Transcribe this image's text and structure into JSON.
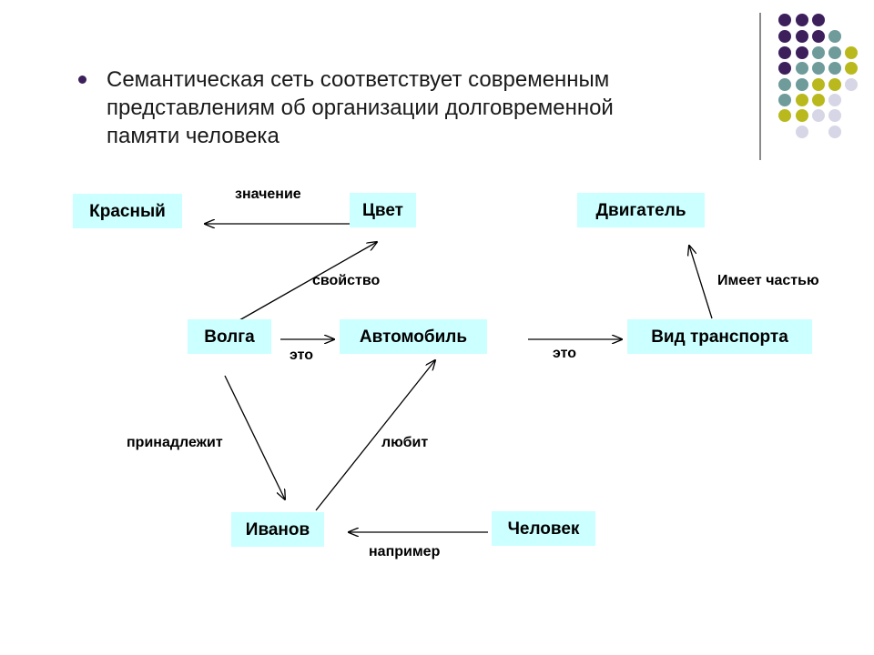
{
  "slide": {
    "bullet": [
      "Семантическая сеть соответствует современным",
      "представлениям об организации  долговременной",
      "памяти человека"
    ]
  },
  "decor": {
    "dot_palette": [
      "#3d1f5c",
      "#6f9b9b",
      "#b9b91e",
      "#d6d6e6"
    ]
  },
  "colors": {
    "node_fill": "#ccffff",
    "edge": "#000000"
  },
  "diagram": {
    "nodes": [
      {
        "id": "krasny",
        "label": "Красный"
      },
      {
        "id": "tsvet",
        "label": "Цвет"
      },
      {
        "id": "dvigatel",
        "label": "Двигатель"
      },
      {
        "id": "volga",
        "label": "Волга"
      },
      {
        "id": "avtomobil",
        "label": "Автомобиль"
      },
      {
        "id": "vid",
        "label": "Вид транспорта"
      },
      {
        "id": "ivanov",
        "label": "Иванов"
      },
      {
        "id": "chelovek",
        "label": "Человек"
      }
    ],
    "edges": [
      {
        "id": "znachenie",
        "from": "tsvet",
        "to": "krasny",
        "label": "значение"
      },
      {
        "id": "svoystvo",
        "from": "volga",
        "to": "tsvet",
        "label": "свойство"
      },
      {
        "id": "volga-eto",
        "from": "volga",
        "to": "avtomobil",
        "label": "это"
      },
      {
        "id": "avto-eto",
        "from": "avtomobil",
        "to": "vid",
        "label": "это"
      },
      {
        "id": "imeet",
        "from": "vid",
        "to": "dvigatel",
        "label": "Имеет частью"
      },
      {
        "id": "prinadlezhit",
        "from": "volga",
        "to": "ivanov",
        "label": "принадлежит"
      },
      {
        "id": "lyubit",
        "from": "ivanov",
        "to": "avtomobil",
        "label": "любит"
      },
      {
        "id": "naprimer",
        "from": "chelovek",
        "to": "ivanov",
        "label": "например"
      }
    ]
  }
}
